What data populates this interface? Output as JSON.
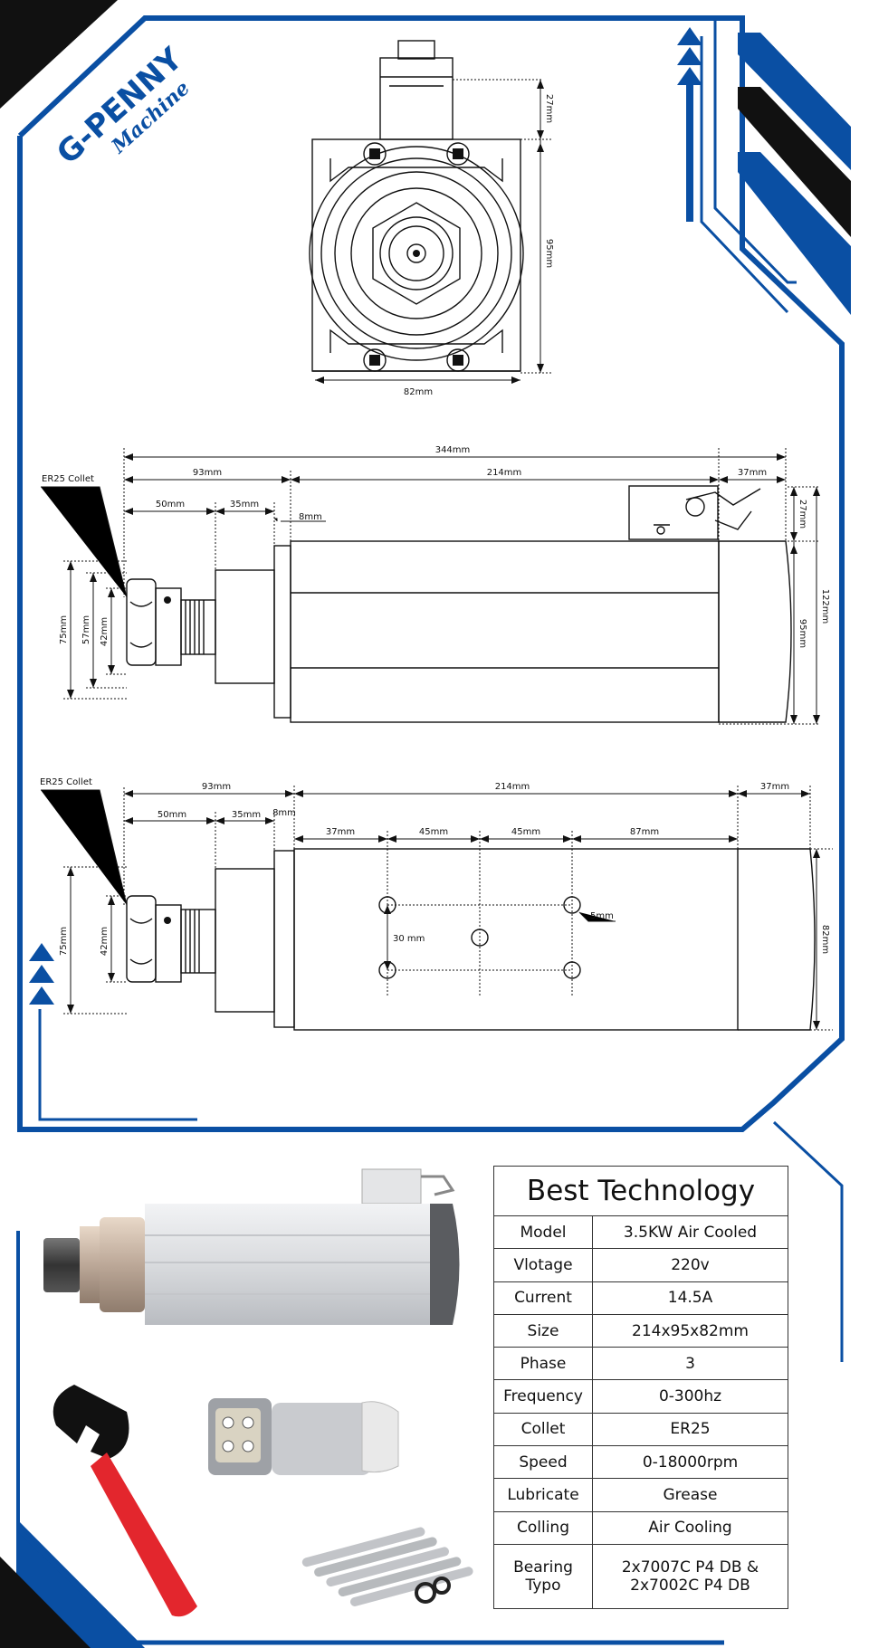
{
  "brand": {
    "name": "G-PENNY",
    "subtitle": "Machine"
  },
  "colors": {
    "brand_blue": "#0a4fa3",
    "black": "#111111",
    "red_handle": "#e3262d"
  },
  "front_view": {
    "dim_height_top": "27mm",
    "dim_height_body": "95mm",
    "dim_width": "82mm"
  },
  "side_view": {
    "collet_label": "ER25 Collet",
    "total_length": "344mm",
    "front_length": "93mm",
    "body_length": "214mm",
    "rear_length": "37mm",
    "nose_length": "50mm",
    "neck_length": "35mm",
    "flange": "8mm",
    "height_27": "27mm",
    "height_122": "122mm",
    "height_95": "95mm",
    "dia_75": "75mm",
    "dia_57": "57mm",
    "dia_42": "42mm"
  },
  "bottom_view": {
    "collet_label": "ER25 Collet",
    "front_length": "93mm",
    "body_length": "214mm",
    "rear_length": "37mm",
    "nose_length": "50mm",
    "neck_length": "35mm",
    "flange": "8mm",
    "hole_spacing_1": "37mm",
    "hole_spacing_2": "45mm",
    "hole_spacing_3": "45mm",
    "hole_spacing_4": "87mm",
    "hole_vertical": "30 mm",
    "hole_diameter": "5mm",
    "width": "82mm",
    "dia_75": "75mm",
    "dia_42": "42mm"
  },
  "spec_table": {
    "title": "Best Technology",
    "rows": [
      {
        "key": "Model",
        "value": "3.5KW Air Cooled"
      },
      {
        "key": "Vlotage",
        "value": "220v"
      },
      {
        "key": "Current",
        "value": "14.5A"
      },
      {
        "key": "Size",
        "value": "214x95x82mm"
      },
      {
        "key": "Phase",
        "value": "3"
      },
      {
        "key": "Frequency",
        "value": "0-300hz"
      },
      {
        "key": "Collet",
        "value": "ER25"
      },
      {
        "key": "Speed",
        "value": "0-18000rpm"
      },
      {
        "key": "Lubricate",
        "value": "Grease"
      },
      {
        "key": "Colling",
        "value": "Air Cooling"
      },
      {
        "key": "Bearing Typo",
        "value": "2x7007C P4 DB & 2x7002C P4 DB"
      }
    ]
  }
}
